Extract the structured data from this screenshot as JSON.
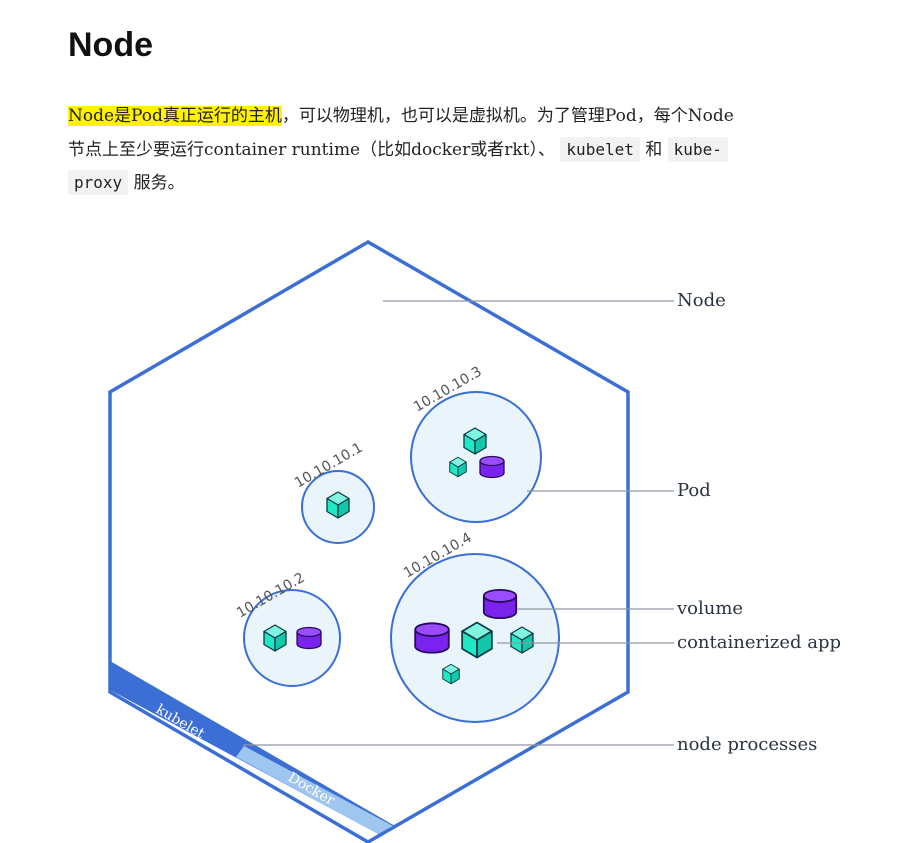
{
  "title": "Node",
  "paragraph": {
    "line1": {
      "highlight": "Node是Pod真正运行的主机",
      "rest": "，可以物理机，也可以是虚拟机。为了管理Pod，每个Node"
    },
    "line2": {
      "text1": "节点上至少要运行container runtime（比如docker或者rkt）、",
      "code1": "kubelet",
      "text2": " 和 ",
      "code2": "kube-"
    },
    "line3": {
      "code3": "proxy",
      "text3": " 服务。"
    }
  },
  "diagram": {
    "labels": {
      "node": "Node",
      "pod": "Pod",
      "volume": "volume",
      "app": "containerized app",
      "processes": "node processes"
    },
    "pods": [
      {
        "ip": "10.10.10.1"
      },
      {
        "ip": "10.10.10.2"
      },
      {
        "ip": "10.10.10.3"
      },
      {
        "ip": "10.10.10.4"
      }
    ],
    "bands": {
      "kubelet": "kubelet",
      "docker": "Docker"
    },
    "colors": {
      "hexagon": "#3b6fd6",
      "pod_fill": "#eaf4fb",
      "pod_stroke": "#3b6fd6",
      "app": "#1de9c3",
      "volume": "#7a22ee",
      "leader": "#8f96a3",
      "band_dark": "#3b6fd6",
      "band_light": "#9fc6ef"
    }
  }
}
